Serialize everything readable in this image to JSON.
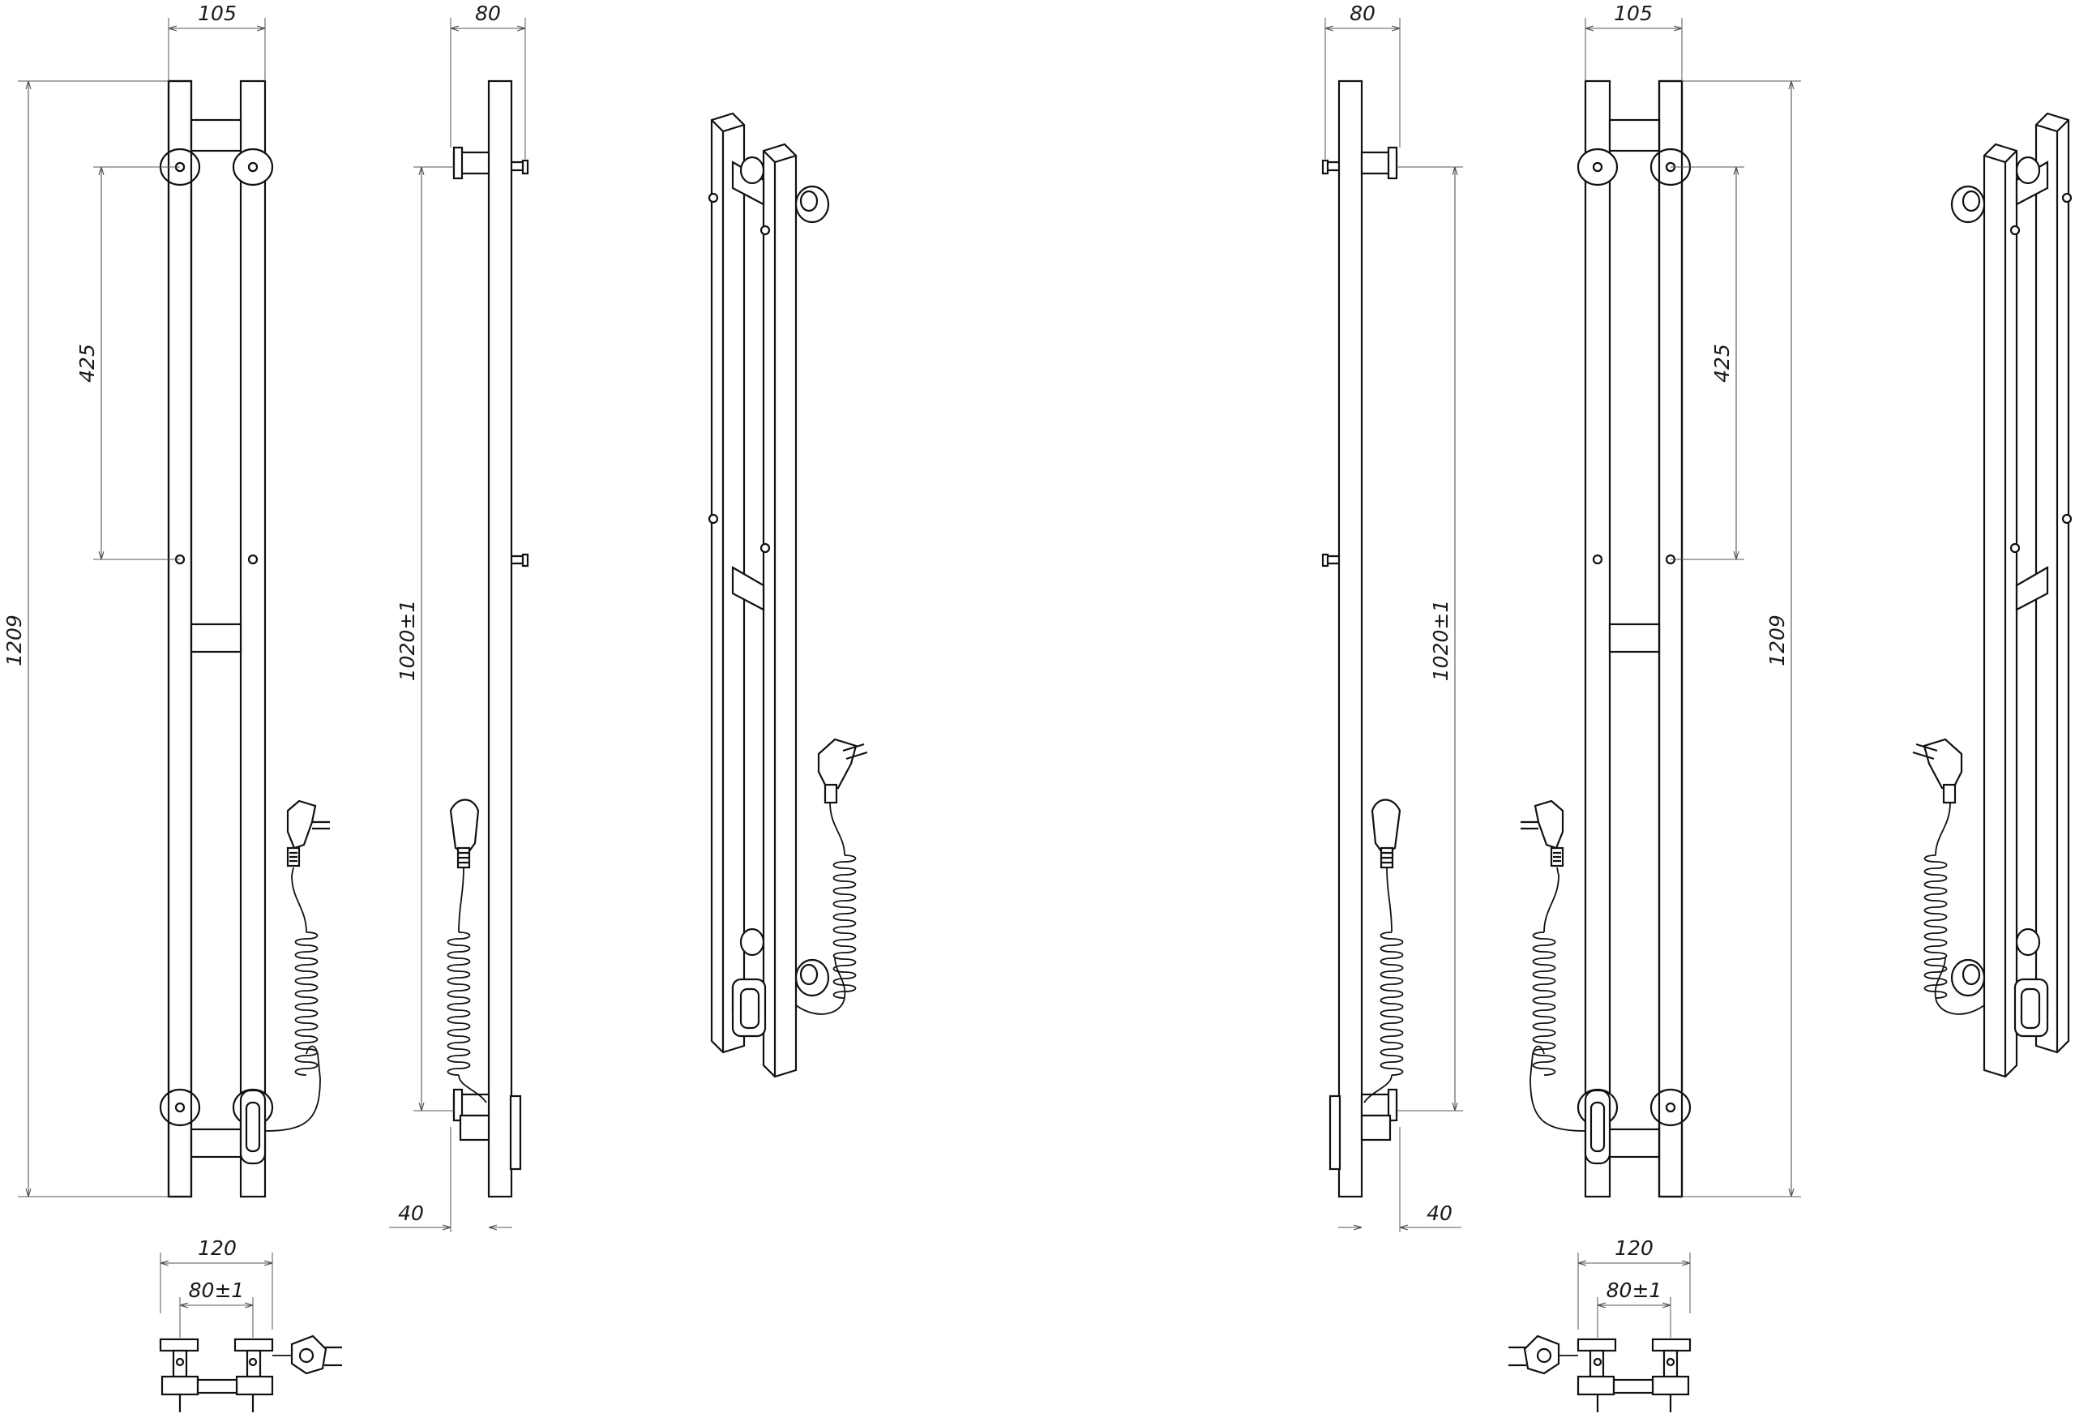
{
  "dims": {
    "spacing_105": "105",
    "spacing_80": "80",
    "height_1209": "1209",
    "mount_425": "425",
    "mount_1020": "1020±1",
    "offset_40": "40",
    "width_120": "120",
    "width_80": "80±1"
  },
  "colors": {
    "line": "#111111",
    "dimension": "#555555",
    "background": "#ffffff"
  }
}
